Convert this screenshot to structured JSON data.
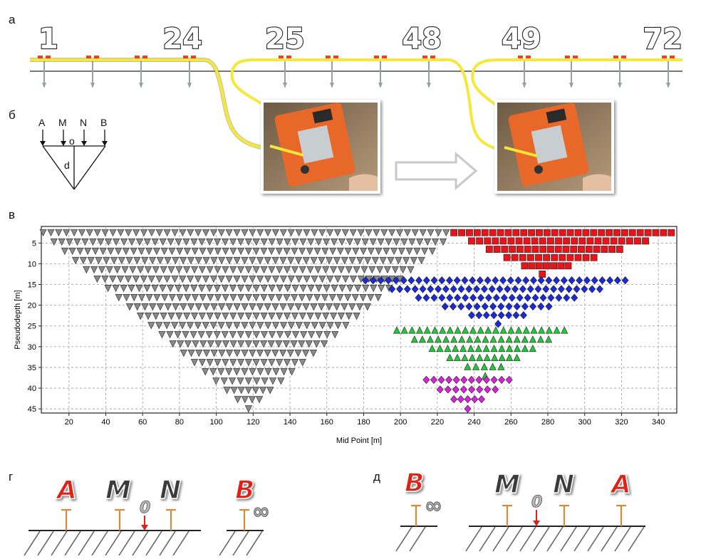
{
  "panels": {
    "a": "а",
    "b": "б",
    "v": "в",
    "g": "г",
    "d": "д"
  },
  "cable_labels": [
    "1",
    "24",
    "25",
    "48",
    "49",
    "72"
  ],
  "array_schematic": {
    "A": "A",
    "M": "M",
    "N": "N",
    "B": "B",
    "o": "o",
    "d": "d"
  },
  "pole_dipole_g": {
    "A": "A",
    "M": "M",
    "N": "N",
    "B": "B",
    "zero": "0",
    "inf": "∞"
  },
  "pole_dipole_d": {
    "B": "B",
    "M": "M",
    "N": "N",
    "A": "A",
    "zero": "0",
    "inf": "∞"
  },
  "colors": {
    "cable": "#f6e83a",
    "electrode_head": "#e8422a",
    "station_body": "#e8682a",
    "red_letter": "#e02018",
    "dark_letter": "#3a3a3a",
    "stake": "#d88a3a"
  },
  "chart_data": {
    "type": "scatter",
    "xlabel": "Mid Point [m]",
    "ylabel": "Pseudodepth [m]",
    "xlim": [
      5,
      350
    ],
    "ylim": [
      46,
      1
    ],
    "xticks": [
      20,
      40,
      60,
      80,
      100,
      120,
      140,
      160,
      180,
      200,
      220,
      240,
      260,
      280,
      300,
      320,
      340
    ],
    "yticks": [
      5,
      10,
      15,
      20,
      25,
      30,
      35,
      40,
      45
    ],
    "grid": true,
    "series": [
      {
        "marker": "triangle-down",
        "color": "#8a8a8a",
        "apex": [
          117.5,
          45
        ],
        "top_range": [
          6,
          229
        ],
        "depth_range": [
          2.5,
          45
        ]
      },
      {
        "marker": "square",
        "color": "#e8141a",
        "apex": [
          277,
          12.5
        ],
        "top_range": [
          229,
          347
        ],
        "depth_range": [
          2.5,
          12.5
        ]
      },
      {
        "marker": "diamond",
        "color": "#1a2ad8",
        "apex": [
          253,
          24.5
        ],
        "top_range": [
          181,
          322
        ],
        "depth_range": [
          14,
          24.5
        ]
      },
      {
        "marker": "triangle-up",
        "color": "#22c83a",
        "apex": [
          246,
          37
        ],
        "top_range": [
          198,
          289
        ],
        "depth_range": [
          26,
          37
        ]
      },
      {
        "marker": "diamond",
        "color": "#d822d8",
        "apex": [
          236.5,
          45
        ],
        "top_range": [
          214,
          259
        ],
        "depth_range": [
          38,
          45
        ]
      }
    ]
  }
}
